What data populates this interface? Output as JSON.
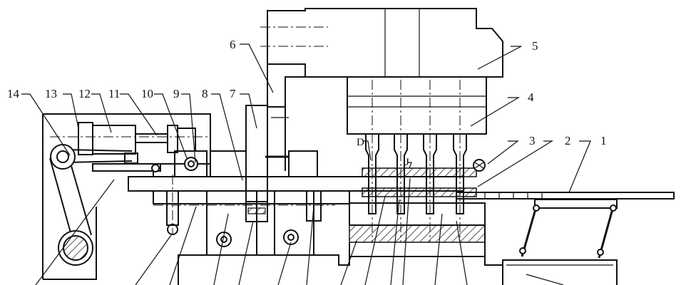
{
  "diagram": {
    "labels": {
      "n1": "1",
      "n2": "2",
      "n3": "3",
      "n4": "4",
      "n5": "5",
      "n6": "6",
      "n7": "7",
      "n8": "8",
      "n9": "9",
      "n10": "10",
      "n11": "11",
      "n12": "12",
      "n13": "13",
      "n14": "14",
      "d": "D",
      "j": "J"
    },
    "colors": {
      "line": "#111111",
      "background": "#ffffff"
    }
  }
}
